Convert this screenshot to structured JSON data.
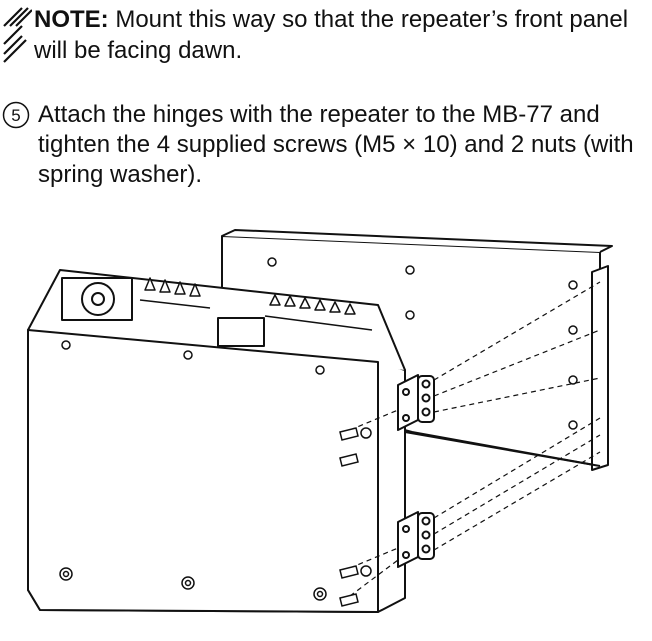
{
  "note": {
    "label": "NOTE:",
    "text": "Mount this way so that the repeater’s front panel will be facing dawn."
  },
  "step": {
    "number": "5",
    "text": "Attach the hinges with the repeater to the MB-77 and tighten the 4 supplied screws (M5 × 10) and 2 nuts (with spring washer)."
  },
  "figure": {
    "subject": "repeater-mounting-to-mb-77-icon"
  }
}
